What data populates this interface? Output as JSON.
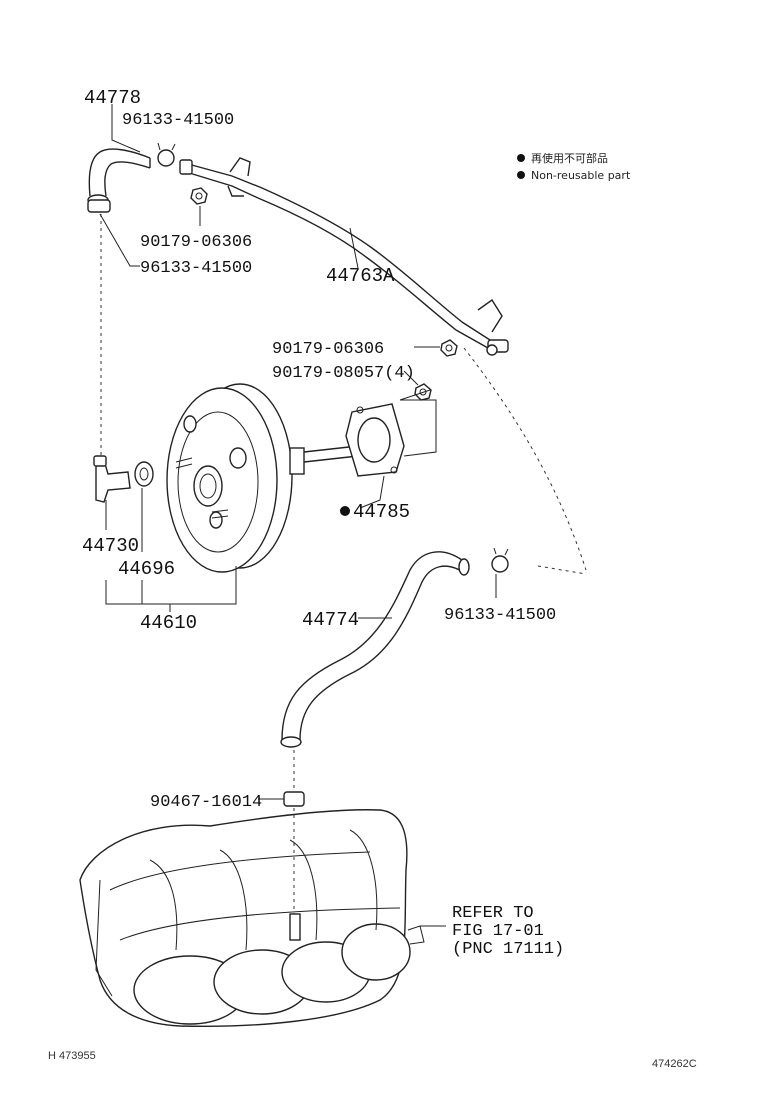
{
  "legend": {
    "reuse_jp": "再使用不可部品",
    "reuse_en": "Non-reusable part"
  },
  "labels": {
    "hose_44778": "44778",
    "clamp_top": "96133-41500",
    "nut_top": "90179-06306",
    "clamp_left": "96133-41500",
    "pipe_44763a": "44763A",
    "nut_right": "90179-06306",
    "nut_4": "90179-08057(4)",
    "gasket_44785": "44785",
    "check_valve_44730": "44730",
    "grommet_44696": "44696",
    "booster_44610": "44610",
    "hose_44774": "44774",
    "clamp_right": "96133-41500",
    "clamp_bottom": "90467-16014",
    "refer_line1": "REFER TO",
    "refer_line2": "FIG 17-01",
    "refer_line3": "(PNC 17111)"
  },
  "footer": {
    "left_code": "H 473955",
    "right_code": "474262C"
  }
}
